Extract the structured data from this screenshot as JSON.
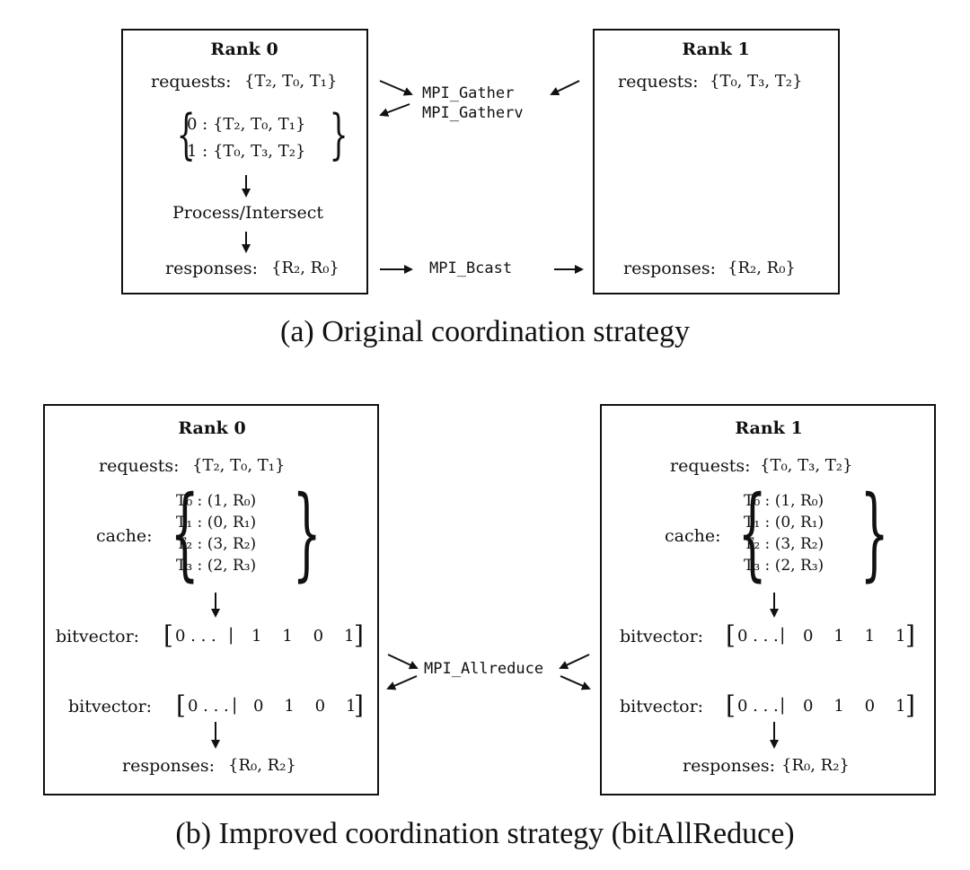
{
  "panel_a": {
    "caption": "(a) Original coordination strategy",
    "rank0": {
      "title": "Rank 0",
      "requests_label": "requests:",
      "requests_set": "{T₂, T₀, T₁}",
      "gather_line0": "0 : {T₂, T₀, T₁}",
      "gather_line1": "1 : {T₀, T₃, T₂}",
      "process": "Process/Intersect",
      "responses_label": "responses:",
      "responses_set": "{R₂, R₀}"
    },
    "rank1": {
      "title": "Rank 1",
      "requests_label": "requests:",
      "requests_set": "{T₀, T₃, T₂}",
      "responses_label": "responses:",
      "responses_set": "{R₂, R₀}"
    },
    "mpi": {
      "gather": "MPI_Gather",
      "gatherv": "MPI_Gatherv",
      "bcast": "MPI_Bcast"
    }
  },
  "panel_b": {
    "caption": "(b) Improved coordination strategy (bitAllReduce)",
    "mpi_allreduce": "MPI_Allreduce",
    "rank0": {
      "title": "Rank 0",
      "requests_label": "requests:",
      "requests_set": "{T₂, T₀, T₁}",
      "cache_label": "cache:",
      "cache": [
        "T₀ : (1, R₀)",
        "T₁ : (0, R₁)",
        "T₂ : (3, R₂)",
        "T₃ : (2, R₃)"
      ],
      "bitvector_label": "bitvector:",
      "bitvector1_prefix": "0 . . .",
      "bitvector1_bits": "1    1    0    1",
      "bitvector2_prefix": "0 . . .",
      "bitvector2_bits": "0    1    0    1",
      "responses_label": "responses:",
      "responses_set": "{R₀, R₂}"
    },
    "rank1": {
      "title": "Rank 1",
      "requests_label": "requests:",
      "requests_set": "{T₀, T₃, T₂}",
      "cache_label": "cache:",
      "cache": [
        "T₀ : (1, R₀)",
        "T₁ : (0, R₁)",
        "T₂ : (3, R₂)",
        "T₃ : (2, R₃)"
      ],
      "bitvector_label": "bitvector:",
      "bitvector1_prefix": "0 . . .",
      "bitvector1_bits": "0    1    1    1",
      "bitvector2_prefix": "0 . . .",
      "bitvector2_bits": "0    1    0    1",
      "responses_label": "responses:",
      "responses_set": "{R₀, R₂}"
    }
  }
}
